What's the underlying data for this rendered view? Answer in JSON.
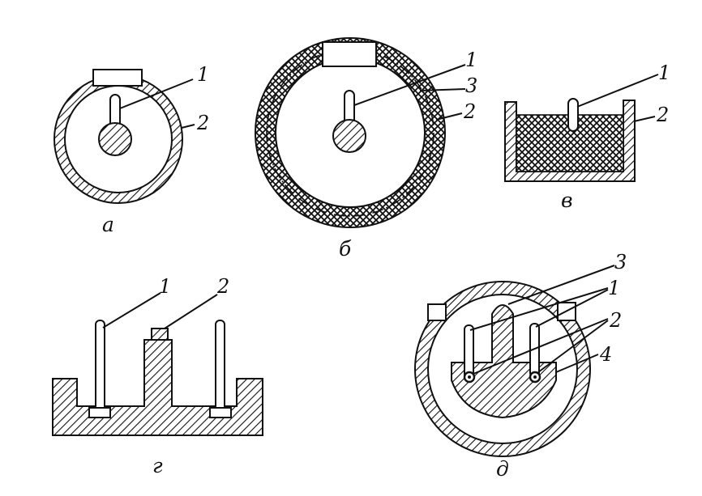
{
  "panels": {
    "a": {
      "caption": "а",
      "labels": [
        "1",
        "2"
      ]
    },
    "b": {
      "caption": "б",
      "labels": [
        "1",
        "3",
        "2"
      ]
    },
    "v": {
      "caption": "в",
      "labels": [
        "1",
        "2"
      ]
    },
    "g": {
      "caption": "г",
      "labels": [
        "1",
        "2"
      ]
    },
    "d": {
      "caption": "д",
      "labels": [
        "3",
        "1",
        "2",
        "4"
      ]
    }
  }
}
